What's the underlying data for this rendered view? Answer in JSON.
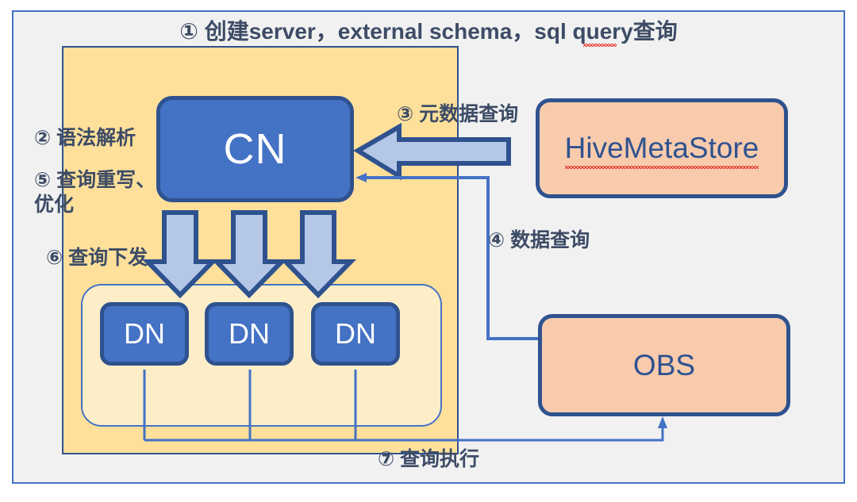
{
  "diagram": {
    "title": "① 创建server，external schema，sql query查询",
    "steps": {
      "s2": "② 语法解析",
      "s3": "③ 元数据查询",
      "s4": "④ 数据查询",
      "s5": "⑤ 查询重写、\n优化",
      "s6": "⑥ 查询下发",
      "s7": "⑦ 查询执行"
    },
    "nodes": {
      "cn": "CN",
      "dn1": "DN",
      "dn2": "DN",
      "dn3": "DN",
      "hive_meta_store": "HiveMetaStore",
      "obs": "OBS"
    },
    "colors": {
      "cluster_fill": "#ffe09a",
      "cluster_border": "#2f528f",
      "dn_container_fill": "#fdeec8",
      "node_blue_fill": "#4472c4",
      "node_blue_border": "#2f528f",
      "store_fill": "#f8cbad",
      "store_border": "#2f528f",
      "block_arrow_fill": "#b4c7e7",
      "block_arrow_border": "#2f528f",
      "connector_line": "#4472c4",
      "text_dark": "#3d4c66",
      "outer_frame_bg": "#f1f1f1",
      "outer_frame_border": "#4472c4",
      "spellcheck_underline": "#e8392f"
    }
  }
}
